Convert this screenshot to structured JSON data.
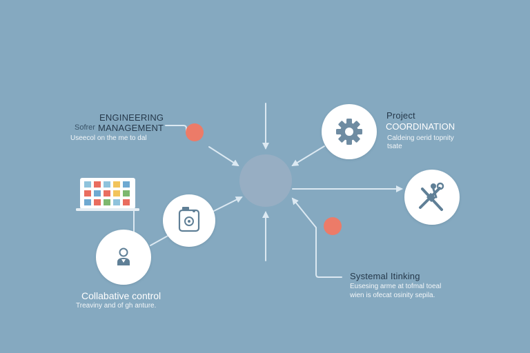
{
  "colors": {
    "background": "#85a9c0",
    "hub": "#97aec3",
    "node_fill": "#ffffff",
    "connector": "#dce9f2",
    "accent_dot": "#ec7b68",
    "icon": "#5f7f96"
  },
  "labels": {
    "engineering_title_1": "ENGINEERING",
    "engineering_prefix": "Sofrer",
    "engineering_title_2": "MANAGEMENT",
    "engineering_desc": "Useecol on the me to dal",
    "project_title_1": "Project",
    "project_title_2": "COORDINATION",
    "project_desc_1": "Caldeing oerid topnity",
    "project_desc_2": "tsate",
    "systemal_title": "Systemal Itinking",
    "systemal_desc_1": "Eusesing arme at tofmal toeal",
    "systemal_desc_2": "wien is ofecat osinity sepila.",
    "collab_title": "Collabative control",
    "collab_desc": "Treaviny and of gh anture."
  },
  "icons": {
    "gear": "gear-icon",
    "tools": "tools-icon",
    "camera": "camera-icon",
    "person": "person-icon",
    "grid": "color-grid-icon"
  }
}
